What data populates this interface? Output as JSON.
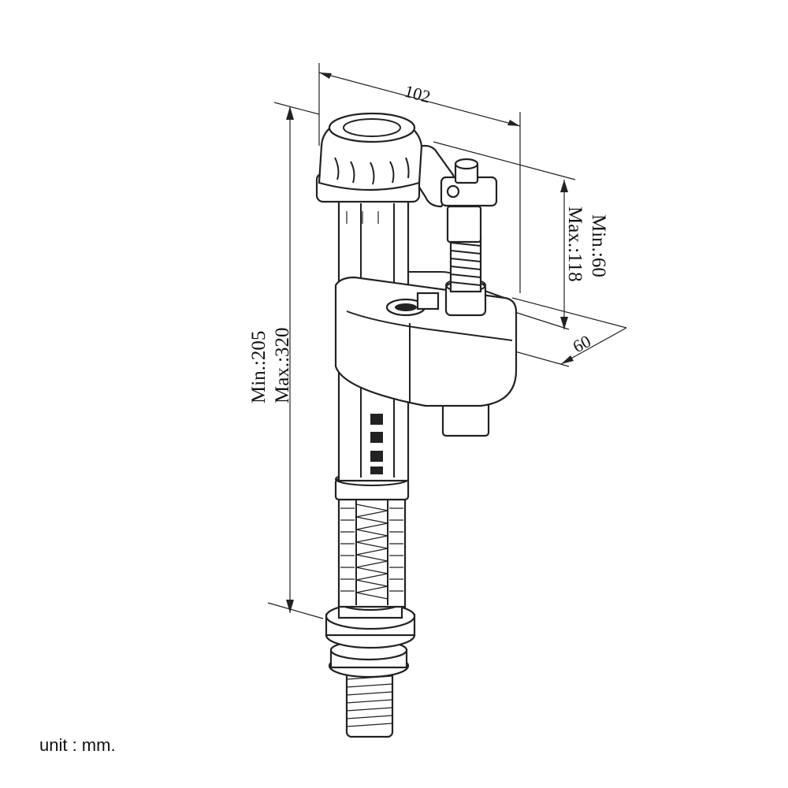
{
  "drawing": {
    "subject": "fill valve",
    "dimensions": {
      "top_width": "102",
      "height_min": "Min.:205",
      "height_max": "Max.:320",
      "float_min": "Min.:60",
      "float_max": "Max.:118",
      "float_depth": "60"
    },
    "unit_note": "unit : mm."
  }
}
